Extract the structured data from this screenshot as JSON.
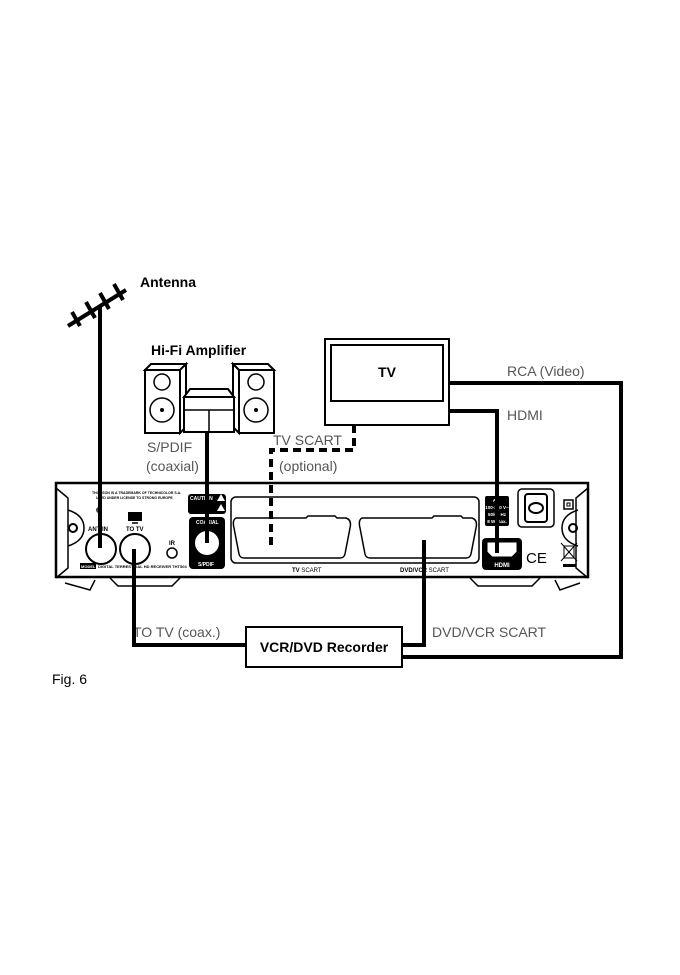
{
  "labels": {
    "antenna": "Antenna",
    "amplifier": "Hi-Fi Amplifier",
    "tv": "TV",
    "spdif_line1": "S/PDIF",
    "spdif_line2": "(coaxial)",
    "tv_scart_line1": "TV SCART",
    "tv_scart_line2": "(optional)",
    "rca_video": "RCA (Video)",
    "hdmi": "HDMI",
    "to_tv_coax": "TO TV (coax.)",
    "recorder": "VCR/DVD Recorder",
    "dvd_vcr_scart": "DVD/VCR SCART",
    "figure": "Fig. 6"
  },
  "device": {
    "trademark_line1": "THOMSON IS A TRADEMARK OF TECHNICOLOR S.A.",
    "trademark_line2": "USED UNDER LICENSE TO STRONG EUROPE",
    "antenna_in": "ANT IN",
    "to_tv": "TO TV",
    "ir": "IR",
    "caution": "CAUTION",
    "coaxial": "COAXIAL",
    "spdif": "S/PDIF",
    "tv_scart_bold": "TV",
    "tv_scart_rest": " SCART",
    "dvd_scart_bold": "DVD/VCR",
    "dvd_scart_rest": " SCART",
    "power_line1": "AC",
    "power_line2": "100-240 V~",
    "power_line3": "50/60 Hz",
    "power_line4": "8 W max.",
    "hdmi_port": "HDMI",
    "ce_mark": "CE",
    "model_tag": "MODEL",
    "model_text": "DIGITAL TERRESTRIAL HD RECEIVER THT504"
  }
}
